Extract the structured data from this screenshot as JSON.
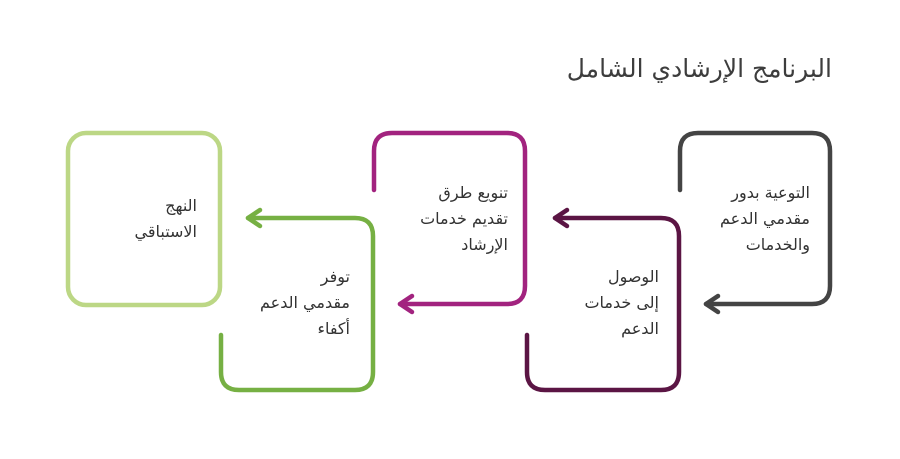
{
  "title": "البرنامج الإرشادي الشامل",
  "steps": [
    {
      "lines": [
        "التوعية بدور",
        "مقدمي الدعم",
        "والخدمات"
      ],
      "color": "#444444"
    },
    {
      "lines": [
        "الوصول",
        "إلى خدمات",
        "الدعم"
      ],
      "color": "#5b1544"
    },
    {
      "lines": [
        "تنويع طرق",
        "تقديم خدمات",
        "الإرشاد"
      ],
      "color": "#a2237f"
    },
    {
      "lines": [
        "توفر",
        "مقدمي الدعم",
        "أكفاء"
      ],
      "color": "#76b043"
    },
    {
      "lines": [
        "النهج",
        "الاستباقي"
      ],
      "color": "#bcd785"
    }
  ]
}
